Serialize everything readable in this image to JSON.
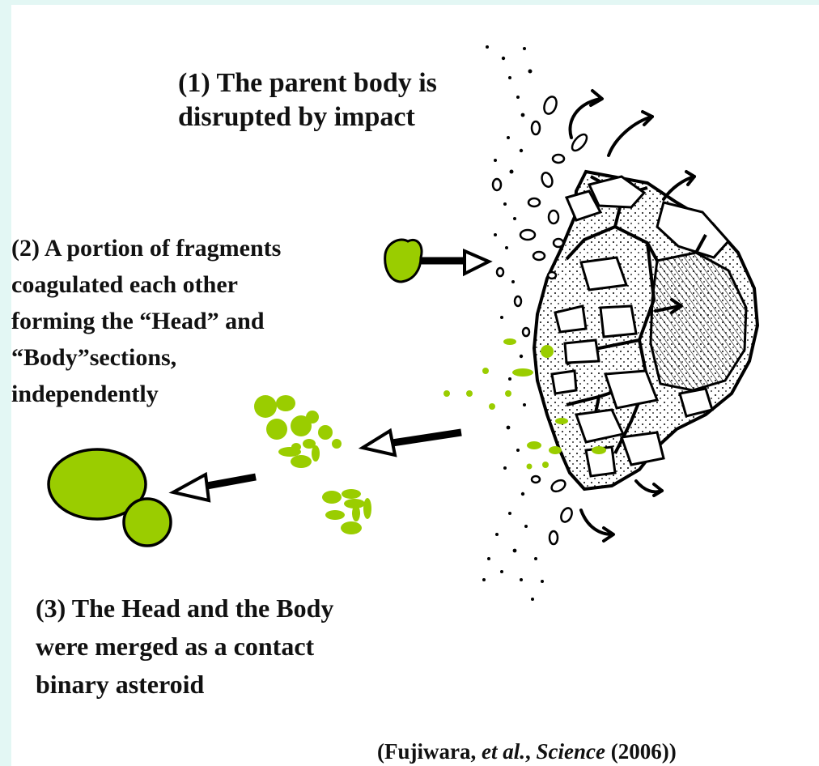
{
  "labels": {
    "step1": [
      "(1) The parent body is",
      "disrupted by impact"
    ],
    "step2": [
      "(2)  A portion of fragments",
      "coagulated each other",
      "forming  the “Head” and",
      "“Body”sections,",
      "independently"
    ],
    "step3": [
      "(3) The Head and the Body",
      "were merged as a contact",
      "binary asteroid"
    ]
  },
  "citation": {
    "open": "(Fujiwara, ",
    "et_al": "et al.",
    "comma": ", ",
    "journal": "Science",
    "close": " (2006))"
  },
  "colors": {
    "fragment_green": "#9acd00",
    "outline": "#000000",
    "background_frame": "#e3f7f4"
  }
}
